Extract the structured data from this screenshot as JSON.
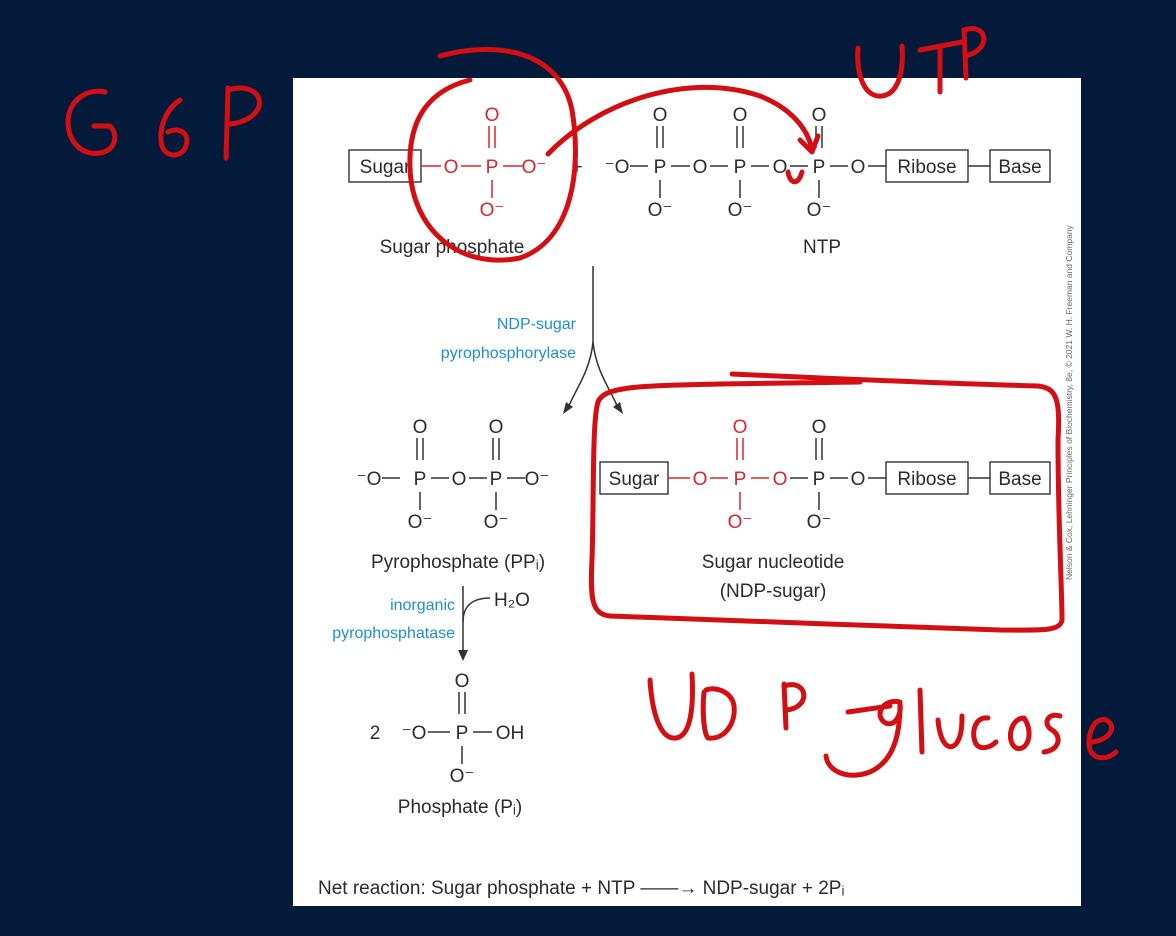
{
  "substrates": {
    "sugar": "Sugar",
    "sugar_phosphate": "Sugar phosphate",
    "ntp": "NTP",
    "ribose": "Ribose",
    "base": "Base"
  },
  "atoms": {
    "o": "O",
    "p": "P",
    "o_minus": "O⁻",
    "minus_o": "⁻O",
    "oh": "OH",
    "plus": "+"
  },
  "enzymes": {
    "ndp_line1": "NDP-sugar",
    "ndp_line2": "pyrophosphorylase",
    "ppase_line1": "inorganic",
    "ppase_line2": "pyrophosphatase",
    "water": "H₂O"
  },
  "products": {
    "pyrophosphate": "Pyrophosphate (PPᵢ)",
    "nucleotide_line1": "Sugar nucleotide",
    "nucleotide_line2": "(NDP-sugar)",
    "phosphate": "Phosphate (Pᵢ)",
    "coefficient": "2"
  },
  "net_reaction": "Net reaction: Sugar phosphate  +  NTP  ——→  NDP-sugar  +  2Pᵢ",
  "copyright": "Nelson & Cox, Lehninger Principles of Biochemistry, 8e, © 2021 W. H. Freeman and Company",
  "annotations": {
    "g6p": "G6P",
    "utp": "UTP",
    "udp_glucose": "UDP-glucose"
  },
  "colors": {
    "background": "#031a3b",
    "ink": "#d40f14",
    "highlight": "#d8262f",
    "enzyme": "#1b8fd3"
  }
}
